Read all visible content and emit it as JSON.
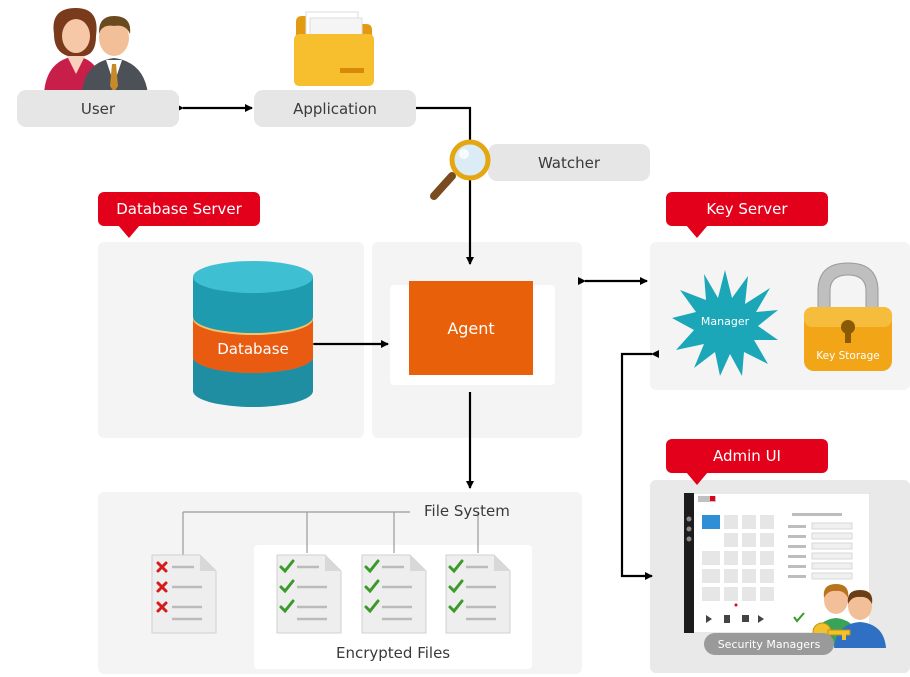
{
  "nodes": {
    "user": "User",
    "application": "Application",
    "watcher": "Watcher",
    "agent": "Agent",
    "database": "Database",
    "manager": "Manager",
    "key_storage": "Key Storage",
    "file_system": "File System",
    "encrypted_files": "Encrypted Files",
    "security_managers": "Security Managers"
  },
  "callouts": {
    "database_server": "Database Server",
    "key_server": "Key Server",
    "admin_ui": "Admin UI"
  },
  "colors": {
    "accent_red": "#e3001b",
    "agent_orange": "#e8600a",
    "database_teal": "#1f9bb0",
    "manager_teal": "#1ba7b8",
    "lock_gold": "#f2a516",
    "check_green": "#3a9a2a",
    "cross_red": "#d71a1a"
  },
  "icons": [
    "users-icon",
    "folder-icon",
    "magnifier-icon",
    "database-icon",
    "starburst-icon",
    "padlock-icon",
    "document-icon",
    "admin-screenshot",
    "managers-icon"
  ]
}
